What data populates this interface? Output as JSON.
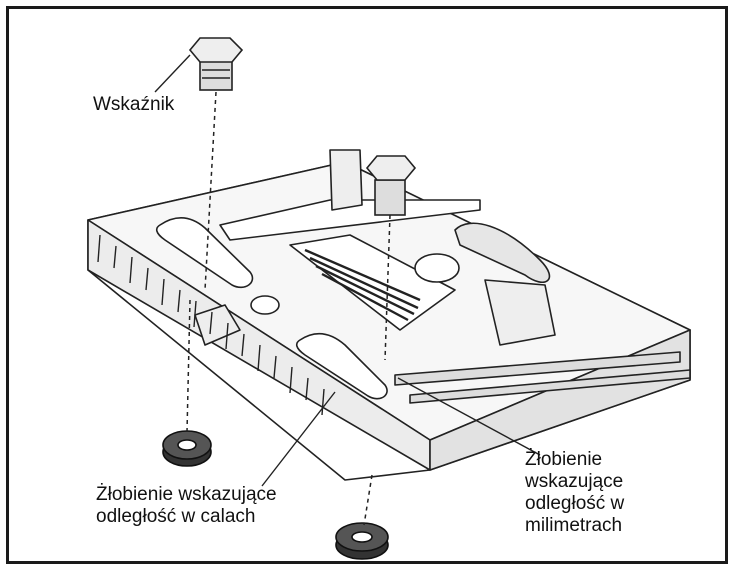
{
  "labels": {
    "indicator": "Wskaźnik",
    "inch_groove": [
      "Żłobienie wskazujące",
      "odległość w calach"
    ],
    "mm_groove": [
      "Żłobienie",
      "wskazujące",
      "odległość w",
      "milimetrach"
    ]
  }
}
